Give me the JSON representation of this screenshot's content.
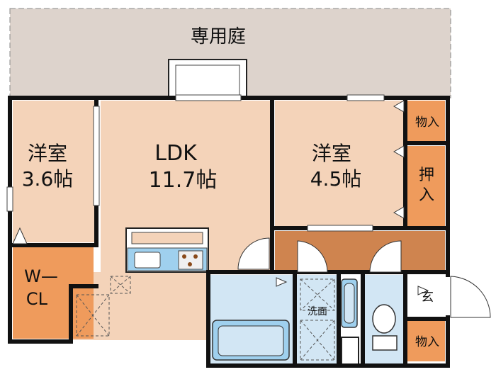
{
  "plan": {
    "garden": "専用庭",
    "western_room_left": {
      "name": "洋室",
      "size": "3.6帖"
    },
    "ldk": {
      "name": "LDK",
      "size": "11.7帖"
    },
    "western_room_right": {
      "name": "洋室",
      "size": "4.5帖"
    },
    "storage_top": "物入",
    "closet": [
      "押",
      "入"
    ],
    "walk_in_closet": [
      "W—",
      "CL"
    ],
    "washroom": "洗面",
    "entrance": "玄",
    "storage_bottom": "物入"
  },
  "colors": {
    "room_floor": "#f4d3b9",
    "storage_floor": "#ef9b5c",
    "corridor_floor": "#cf844f",
    "water_area": "#d2e6f4",
    "garden": "#ddd3cc",
    "wall": "#111111"
  }
}
